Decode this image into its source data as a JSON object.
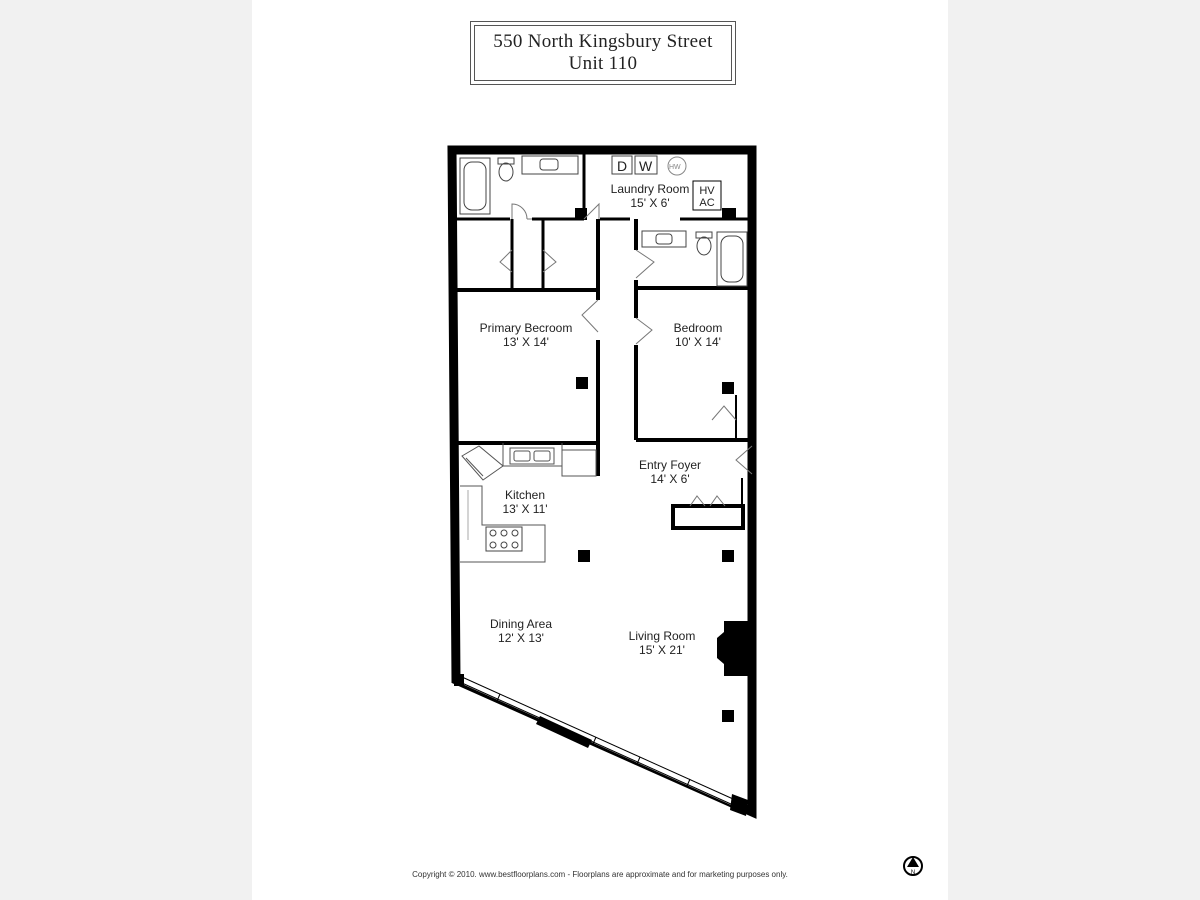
{
  "title": {
    "line1": "550 North Kingsbury Street",
    "line2": "Unit 110"
  },
  "rooms": [
    {
      "key": "laundry",
      "name": "Laundry Room",
      "dims": "15' X 6'"
    },
    {
      "key": "primary",
      "name": "Primary Becroom",
      "dims": "13' X 14'"
    },
    {
      "key": "bedroom",
      "name": "Bedroom",
      "dims": "10' X 14'"
    },
    {
      "key": "foyer",
      "name": "Entry Foyer",
      "dims": "14' X 6'"
    },
    {
      "key": "kitchen",
      "name": "Kitchen",
      "dims": "13' X 11'"
    },
    {
      "key": "dining",
      "name": "Dining Area",
      "dims": "12' X 13'"
    },
    {
      "key": "living",
      "name": "Living Room",
      "dims": "15' X 21'"
    }
  ],
  "fixtures": {
    "dryer": "D",
    "washer": "W",
    "water_heater": "HW",
    "hvac_line1": "HV",
    "hvac_line2": "AC"
  },
  "footer": "Copyright © 2010. www.bestfloorplans.com - Floorplans are approximate and for marketing purposes only.",
  "north": "N"
}
